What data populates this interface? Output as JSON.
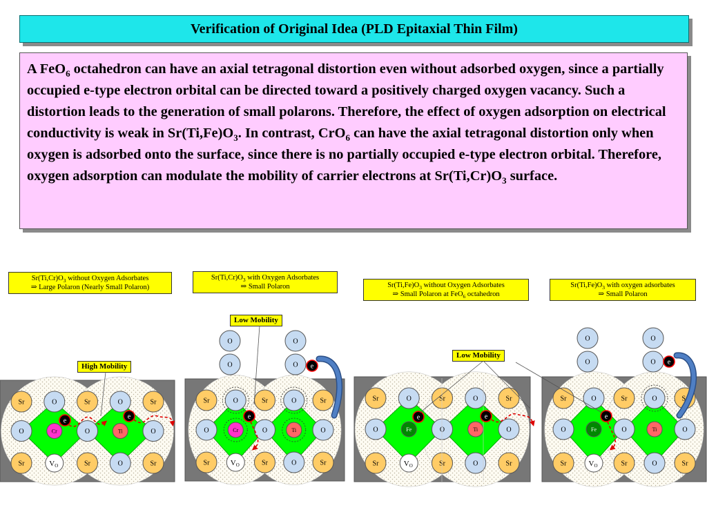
{
  "header": {
    "title": "Verification of Original Idea (PLD Epitaxial Thin Film)"
  },
  "description": {
    "t1": "A FeO",
    "s1": "6",
    "t2": " octahedron can have an axial tetragonal distortion even without adsorbed oxygen, since a partially occupied e-type electron orbital can be directed toward a positively charged oxygen vacancy.  Such a distortion leads to the generation of small polarons.  Therefore, the effect of oxygen adsorption on electrical conductivity is weak in Sr(Ti,Fe)O",
    "s2": "3",
    "t3": ".  In contrast, CrO",
    "s3": "6",
    "t4": " can have the axial tetragonal distortion only when oxygen is adsorbed onto the surface, since there is no partially occupied e-type electron orbital.  Therefore, oxygen adsorption can modulate the mobility of carrier electrons at ",
    "t5": "Sr(Ti,Cr)O",
    "s5": "3",
    "t6": " surface."
  },
  "panels": [
    {
      "l1a": "Sr(Ti,Cr)O",
      "l1s": "3",
      "l1b": " without Oxygen Adsorbates",
      "l2": "⇒  Large Polaron (Nearly Small Polaron)",
      "l2a": "",
      "l2s": "",
      "l2b": ""
    },
    {
      "l1a": "Sr(Ti,Cr)O",
      "l1s": "3",
      "l1b": " with Oxygen Adsorbates",
      "l2": "⇒  Small Polaron",
      "l2a": "",
      "l2s": "",
      "l2b": ""
    },
    {
      "l1a": "Sr(Ti,Fe)O",
      "l1s": "3",
      "l1b": " without Oxygen Adsorbates",
      "l2": "",
      "l2a": "⇒  Small Polaron at FeO",
      "l2s": "6",
      "l2b": " octahedron"
    },
    {
      "l1a": "Sr(Ti,Fe)O",
      "l1s": "3",
      "l1b": " with oxygen adsorbates",
      "l2": "⇒  Small Polaron",
      "l2a": "",
      "l2s": "",
      "l2b": ""
    }
  ],
  "mobility": [
    "High Mobility",
    "Low Mobility",
    "Low Mobility"
  ],
  "atoms": {
    "sr": "Sr",
    "o": "O",
    "ti": "Ti",
    "cr": "Cr",
    "fe": "Fe",
    "v": "V",
    "vsub": "O",
    "e": "e"
  },
  "colors": {
    "title_bg": "#1ee6ea",
    "text_bg": "#ffccff",
    "label_bg": "#ffff00",
    "octahedron": "#00ff00",
    "sr": "#ffcc66",
    "o": "#c6dbf2",
    "ti": "#ff6666",
    "cr": "#ff33cc",
    "fe": "#008800",
    "arrow": "#4f7fc4",
    "path": "#dd0000"
  }
}
